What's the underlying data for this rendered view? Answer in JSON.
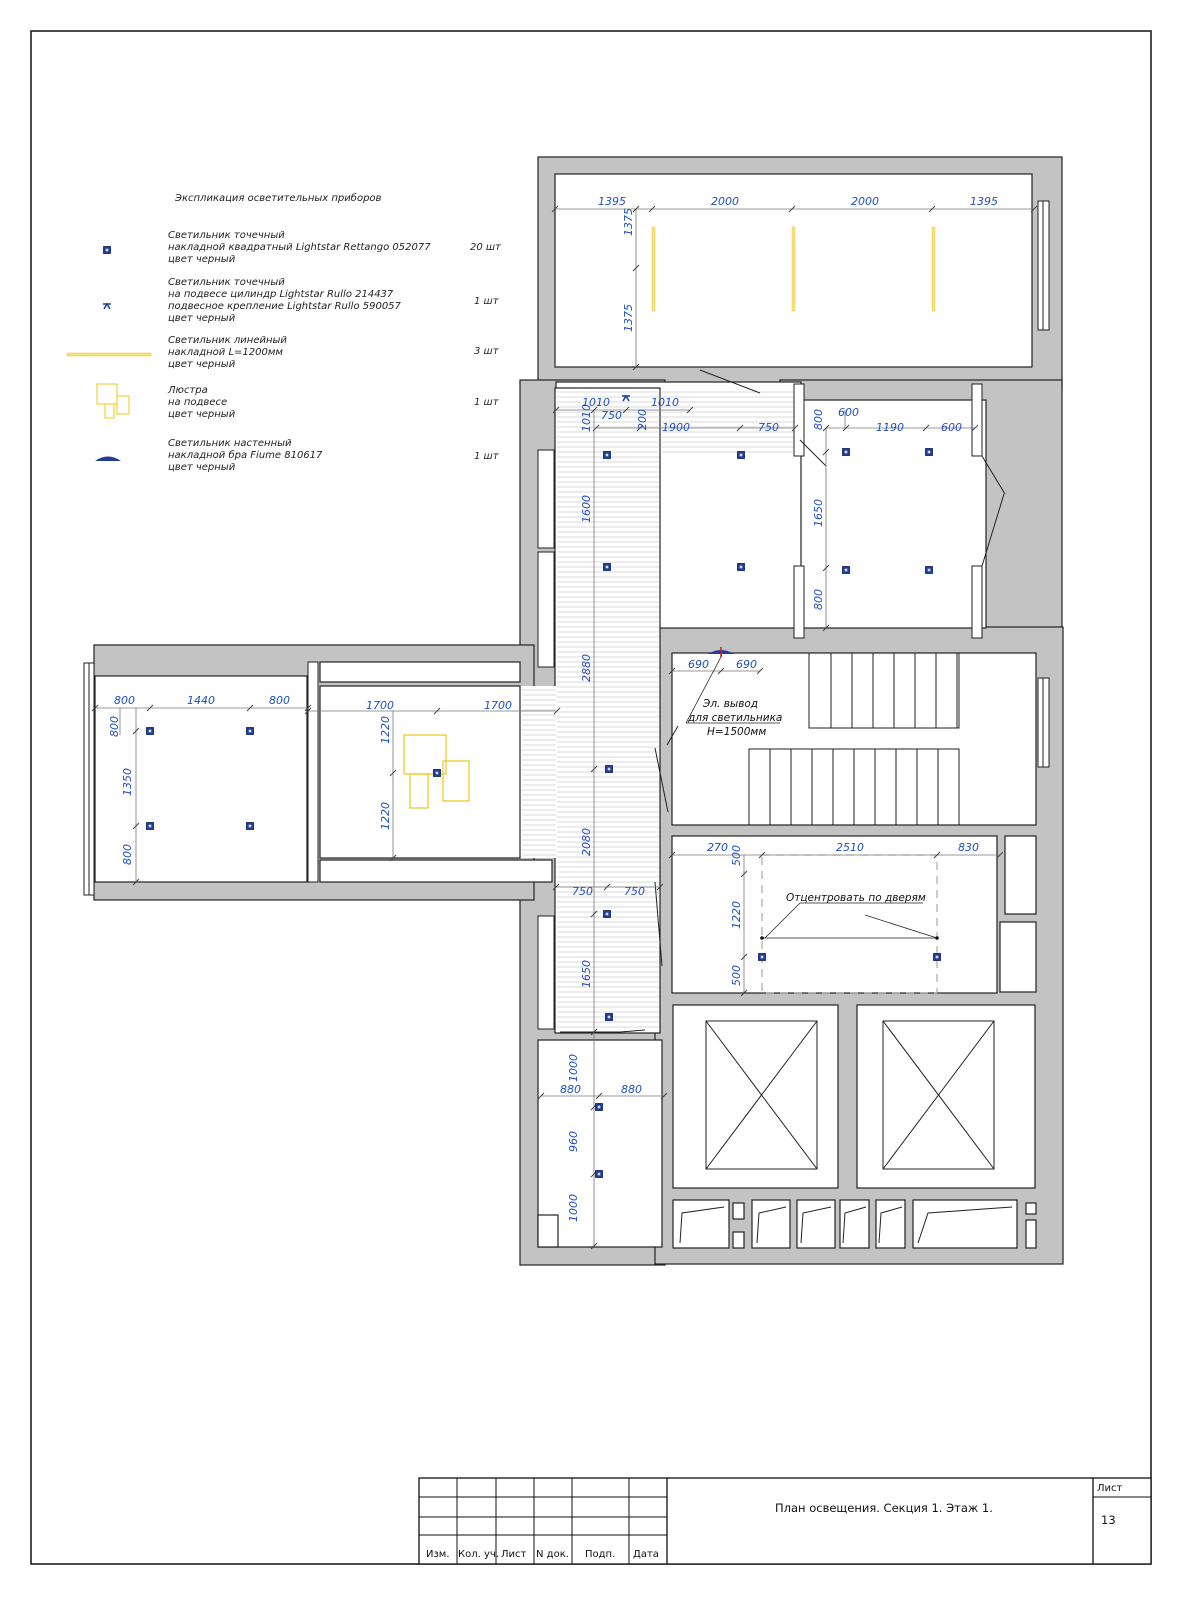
{
  "legend": {
    "title": "Экспликация осветительных приборов",
    "items": [
      {
        "icon": "square-spotlight-icon",
        "lines": [
          "Светильник точечный",
          "накладной квадратный Lightstar Rettango 052077",
          "цвет черный"
        ],
        "qty": "20 шт"
      },
      {
        "icon": "pendant-spotlight-icon",
        "lines": [
          "Светильник точечный",
          "на подвесе цилиндр Lightstar Rullo 214437",
          "подвесное крепление Lightstar Rullo 590057",
          "цвет черный"
        ],
        "qty": "1 шт"
      },
      {
        "icon": "linear-light-icon",
        "lines": [
          "Светильник линейный",
          "накладной L=1200мм",
          "цвет черный"
        ],
        "qty": "3 шт"
      },
      {
        "icon": "chandelier-icon",
        "lines": [
          "Люстра",
          "на подвесе",
          "цвет черный"
        ],
        "qty": "1 шт"
      },
      {
        "icon": "wall-sconce-icon",
        "lines": [
          "Светильник настенный",
          "накладной бра Fiume 810617",
          "цвет черный"
        ],
        "qty": "1 шт"
      }
    ]
  },
  "dimensions": [
    {
      "id": "d1",
      "text": "1395"
    },
    {
      "id": "d2",
      "text": "2000"
    },
    {
      "id": "d3",
      "text": "2000"
    },
    {
      "id": "d4",
      "text": "1395"
    },
    {
      "id": "d5",
      "text": "1375"
    },
    {
      "id": "d6",
      "text": "1375"
    },
    {
      "id": "d7",
      "text": "1010"
    },
    {
      "id": "d8",
      "text": "1010"
    },
    {
      "id": "d9",
      "text": "750"
    },
    {
      "id": "d10",
      "text": "200"
    },
    {
      "id": "d11",
      "text": "1010"
    },
    {
      "id": "d12",
      "text": "1900"
    },
    {
      "id": "d13",
      "text": "750"
    },
    {
      "id": "d14",
      "text": "600"
    },
    {
      "id": "d15",
      "text": "800"
    },
    {
      "id": "d16",
      "text": "1190"
    },
    {
      "id": "d17",
      "text": "600"
    },
    {
      "id": "d18",
      "text": "1650"
    },
    {
      "id": "d19",
      "text": "800"
    },
    {
      "id": "d20",
      "text": "1600"
    },
    {
      "id": "d21",
      "text": "2880"
    },
    {
      "id": "d22",
      "text": "690"
    },
    {
      "id": "d23",
      "text": "690"
    },
    {
      "id": "d24",
      "text": "800"
    },
    {
      "id": "d25",
      "text": "1440"
    },
    {
      "id": "d26",
      "text": "800"
    },
    {
      "id": "d27",
      "text": "800"
    },
    {
      "id": "d28",
      "text": "1350"
    },
    {
      "id": "d29",
      "text": "800"
    },
    {
      "id": "d30",
      "text": "1700"
    },
    {
      "id": "d31",
      "text": "1700"
    },
    {
      "id": "d32",
      "text": "1220"
    },
    {
      "id": "d33",
      "text": "1220"
    },
    {
      "id": "d34",
      "text": "2080"
    },
    {
      "id": "d35",
      "text": "750"
    },
    {
      "id": "d36",
      "text": "750"
    },
    {
      "id": "d37",
      "text": "270"
    },
    {
      "id": "d38",
      "text": "500"
    },
    {
      "id": "d39",
      "text": "2510"
    },
    {
      "id": "d40",
      "text": "830"
    },
    {
      "id": "d41",
      "text": "1220"
    },
    {
      "id": "d42",
      "text": "500"
    },
    {
      "id": "d43",
      "text": "1650"
    },
    {
      "id": "d44",
      "text": "1000"
    },
    {
      "id": "d45",
      "text": "880"
    },
    {
      "id": "d46",
      "text": "880"
    },
    {
      "id": "d47",
      "text": "960"
    },
    {
      "id": "d48",
      "text": "1000"
    }
  ],
  "notes": {
    "outlet_line1": "Эл. вывод",
    "outlet_line2": "для светильника",
    "outlet_line3": "H=1500мм",
    "center_doors": "Отцентровать по дверям"
  },
  "title_block": {
    "headers": [
      "Изм.",
      "Кол. уч.",
      "Лист",
      "N док.",
      "Подп.",
      "Дата"
    ],
    "title": "План освещения. Секция 1. Этаж 1.",
    "sheet_label": "Лист",
    "sheet_number": "13"
  },
  "colors": {
    "wall": "#c3c3c3",
    "dimension": "#1d4fc4",
    "fixture": "#1f3d99",
    "linear_light": "#f4e27a",
    "chandelier": "#f0c419",
    "sconce_marker": "#d11f1f"
  }
}
